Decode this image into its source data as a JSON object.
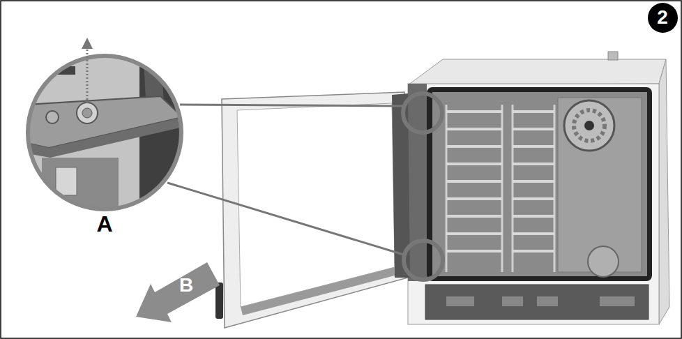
{
  "diagram": {
    "nodes": [
      {
        "text": [
          "2"
        ]
      },
      {
        "text": [
          "B"
        ]
      }
    ],
    "labels": [
      "A"
    ]
  }
}
